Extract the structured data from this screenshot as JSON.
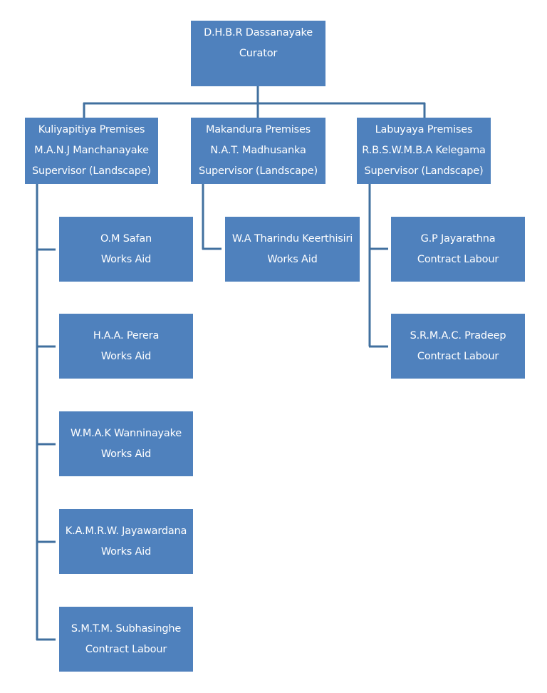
{
  "chart_data": {
    "type": "org-chart",
    "root": {
      "name": "D.H.B.R Dassanayake",
      "title": "Curator"
    },
    "branches": [
      {
        "premises": "Kuliyapitiya Premises",
        "name": "M.A.N.J Manchanayake",
        "title": "Supervisor (Landscape)",
        "staff": [
          {
            "name": "O.M Safan",
            "title": "Works Aid"
          },
          {
            "name": "H.A.A. Perera",
            "title": "Works Aid"
          },
          {
            "name": "W.M.A.K Wanninayake",
            "title": "Works Aid"
          },
          {
            "name": "K.A.M.R.W. Jayawardana",
            "title": "Works Aid"
          },
          {
            "name": "S.M.T.M. Subhasinghe",
            "title": "Contract Labour"
          }
        ]
      },
      {
        "premises": "Makandura Premises",
        "name": "N.A.T. Madhusanka",
        "title": "Supervisor (Landscape)",
        "staff": [
          {
            "name": "W.A Tharindu Keerthisiri",
            "title": "Works Aid"
          }
        ]
      },
      {
        "premises": "Labuyaya Premises",
        "name": "R.B.S.W.M.B.A Kelegama",
        "title": "Supervisor (Landscape)",
        "staff": [
          {
            "name": "G.P Jayarathna",
            "title": "Contract Labour"
          },
          {
            "name": "S.R.M.A.C. Pradeep",
            "title": "Contract Labour"
          }
        ]
      }
    ]
  },
  "colors": {
    "box_fill": "#4f81bd",
    "connector": "#41709f",
    "text": "#ffffff"
  }
}
